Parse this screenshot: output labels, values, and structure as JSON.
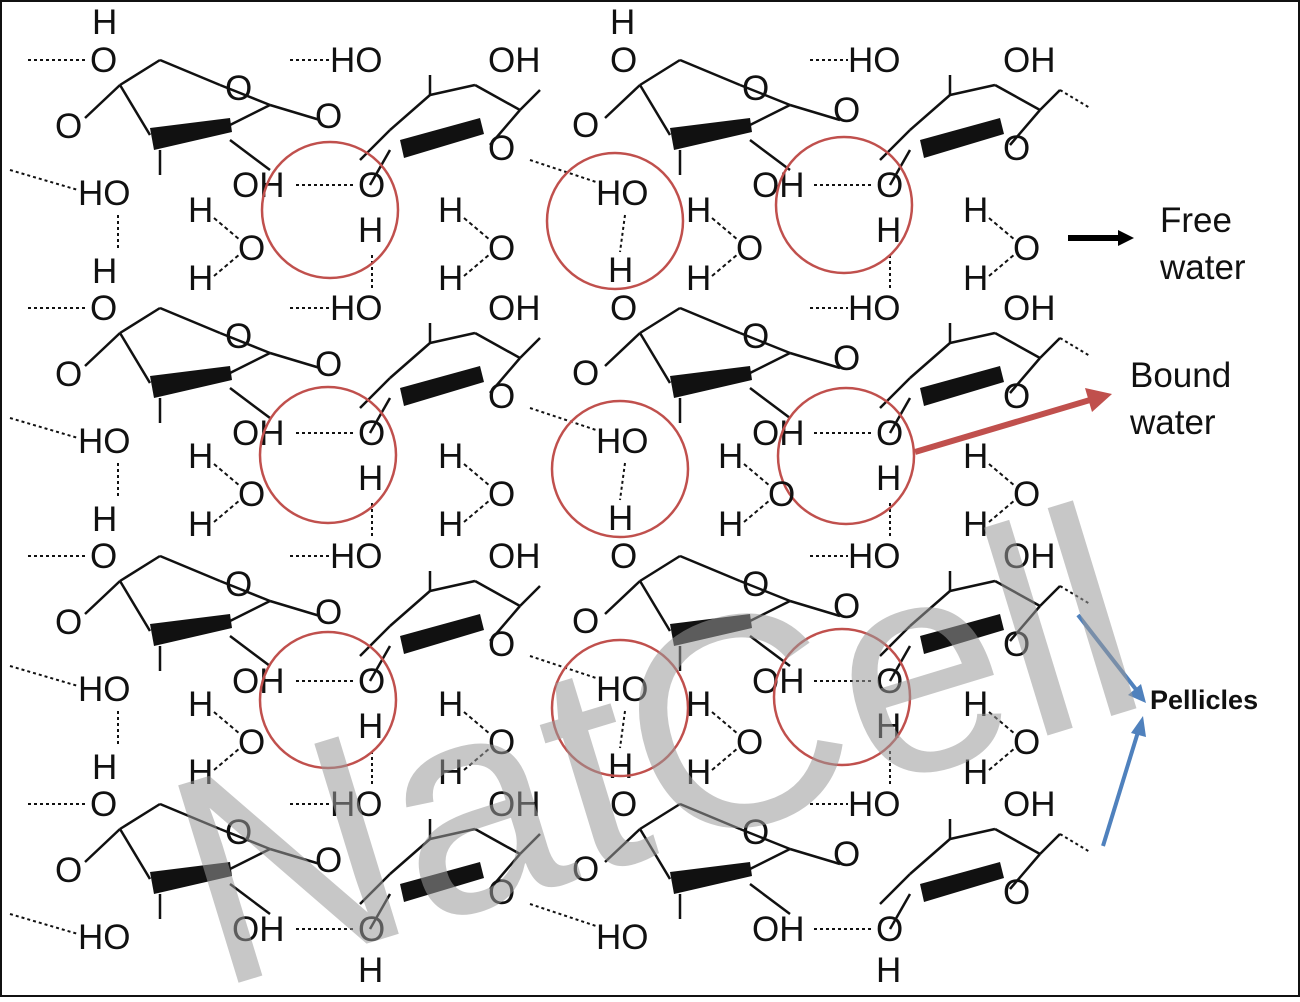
{
  "diagram": {
    "labels": {
      "free_water": [
        "Free",
        "water"
      ],
      "bound_water": [
        "Bound",
        "water"
      ],
      "pellicles": "Pellicles"
    },
    "watermark": "NatCell",
    "atoms": {
      "O": "O",
      "H": "H",
      "HO": "HO",
      "OH": "OH",
      "OH_hbond": "OH",
      "HO_bridge": "HO",
      "O_ring": "O"
    },
    "colors": {
      "bond": "#111111",
      "circle": "#c0504d",
      "bound_arrow": "#c0504d",
      "pellicle_arrow": "#4f81bd",
      "free_arrow": "#000000",
      "watermark": "#9a9a9a"
    },
    "icons": [
      "right-arrow-icon",
      "red-arrow-icon",
      "blue-arrow-icon"
    ]
  }
}
